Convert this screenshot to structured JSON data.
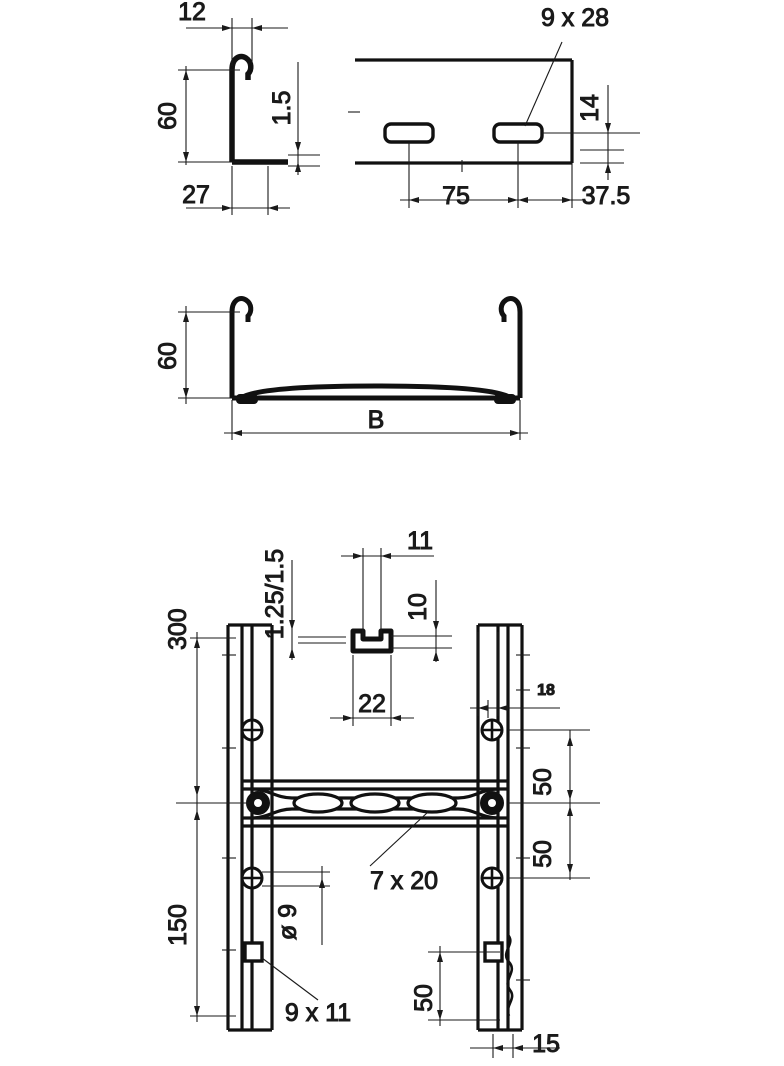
{
  "drawing": {
    "title": "Cable ladder rung and side rail technical drawing",
    "line_color": "#1a1a1a",
    "background": "#ffffff"
  },
  "views": {
    "side_rail_profile": {
      "name": "side-rail-profile-section",
      "dimensions": {
        "top_width": "12",
        "height": "60",
        "thickness": "1.5",
        "base_width": "27"
      }
    },
    "rail_elevation": {
      "name": "rail-elevation-with-slots",
      "dimensions": {
        "slot_size": "9 x 28",
        "edge_distance": "14",
        "slot_pitch": "75",
        "end_distance": "37.5"
      }
    },
    "ladder_cross_section": {
      "name": "ladder-cross-section",
      "dimensions": {
        "height": "60",
        "width": "B"
      }
    },
    "rung_detail": {
      "name": "rung-c-profile-detail",
      "dimensions": {
        "thickness": "1.25/1.5",
        "flange_gap": "11",
        "profile_height": "10",
        "profile_width": "22"
      }
    },
    "ladder_plan": {
      "name": "ladder-plan-view",
      "dimensions": {
        "upper_spacing": "300",
        "lower_spacing": "150",
        "rail_flange": "18",
        "rung_offset_upper": "50",
        "rung_offset_lower": "50",
        "rung_slot": "7 x 20",
        "hole_dia": "ø 9",
        "square_hole": "9 x 11",
        "lower_hole_offset": "50",
        "bottom_edge": "15"
      }
    }
  }
}
